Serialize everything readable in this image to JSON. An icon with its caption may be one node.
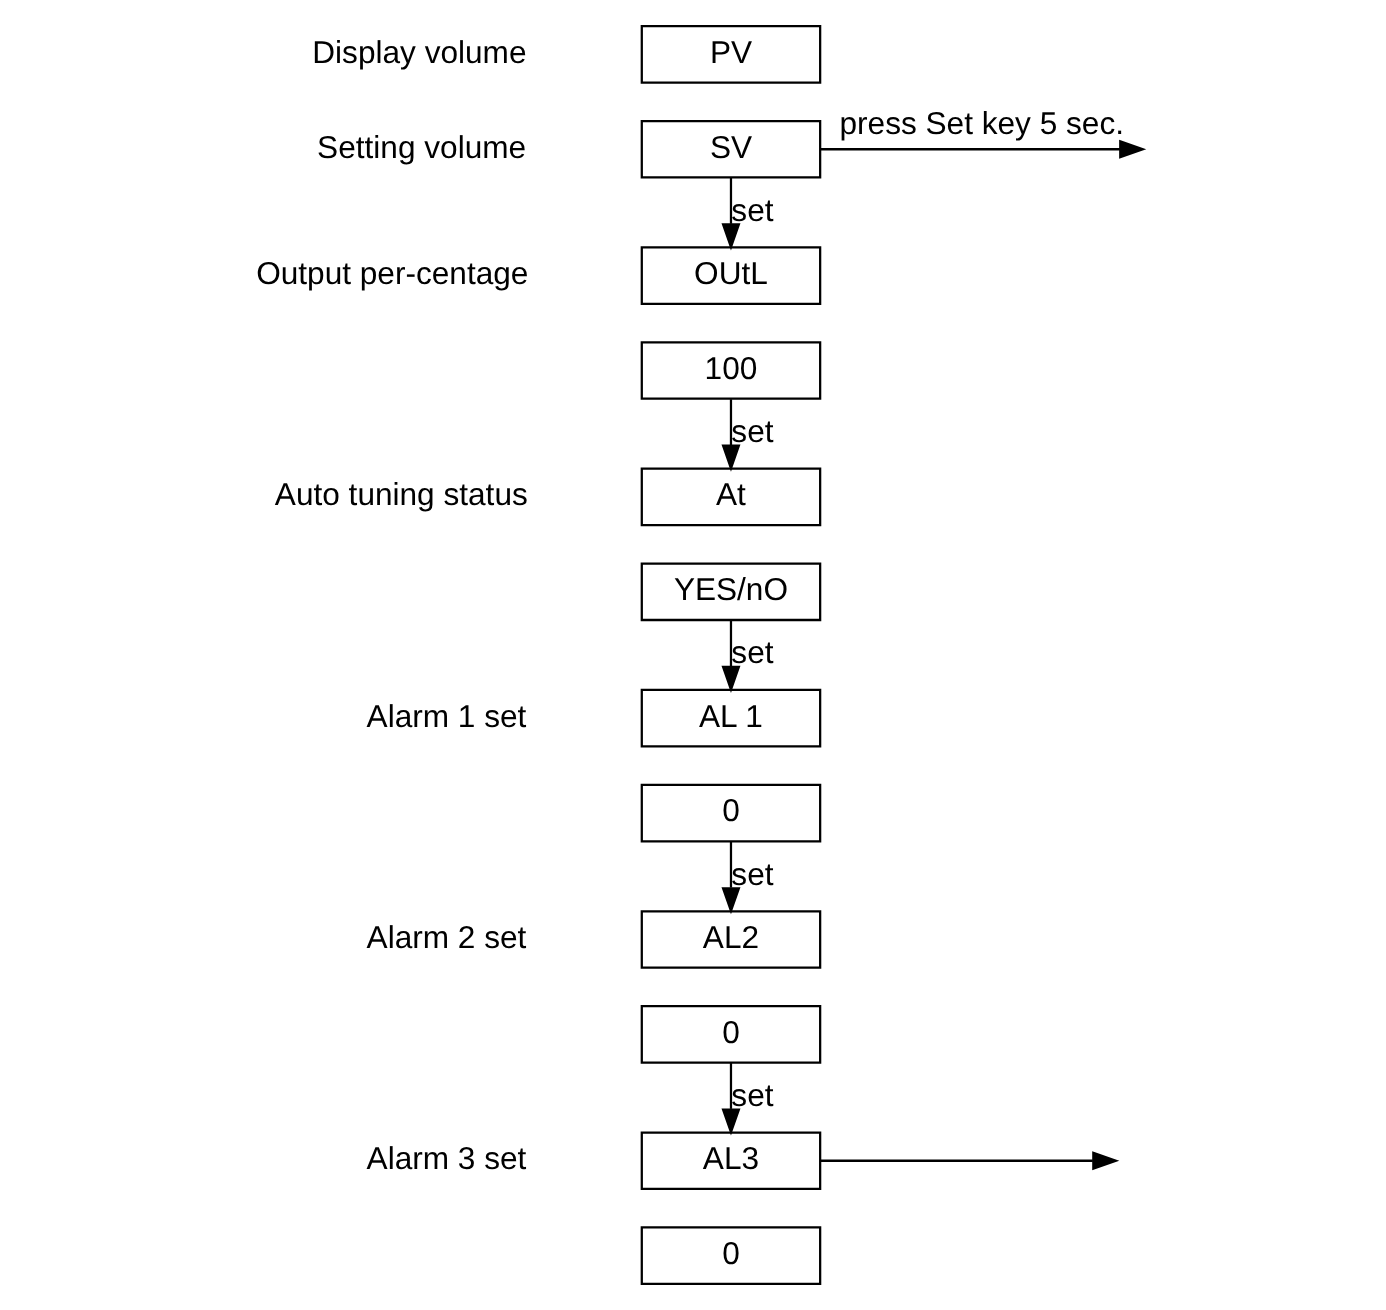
{
  "diagram": {
    "nodes": [
      {
        "text": [
          "PV"
        ],
        "beside": [
          "Display volume"
        ]
      },
      {
        "text": [
          "SV"
        ],
        "beside": [
          "Setting volume"
        ]
      },
      {
        "text": [
          "OUtL"
        ],
        "beside": [
          "Output per-centage"
        ]
      },
      {
        "text": [
          "100"
        ]
      },
      {
        "text": [
          "At"
        ],
        "beside": [
          "Auto tuning status"
        ]
      },
      {
        "text": [
          "YES/nO"
        ]
      },
      {
        "text": [
          "AL 1"
        ],
        "beside": [
          "Alarm 1 set"
        ]
      },
      {
        "text": [
          "0"
        ]
      },
      {
        "text": [
          "AL2"
        ],
        "beside": [
          "Alarm 2 set"
        ]
      },
      {
        "text": [
          "0"
        ]
      },
      {
        "text": [
          "AL3"
        ],
        "beside": [
          "Alarm 3 set"
        ]
      },
      {
        "text": [
          "0"
        ]
      }
    ],
    "edges": [
      {
        "from": 1,
        "to": 2,
        "label": "set",
        "arrow": "to"
      },
      {
        "from": 3,
        "to": 4,
        "label": "set",
        "arrow": "to"
      },
      {
        "from": 5,
        "to": 6,
        "label": "set",
        "arrow": "to"
      },
      {
        "from": 7,
        "to": 8,
        "label": "set",
        "arrow": "to"
      },
      {
        "from": 9,
        "to": 10,
        "label": "set",
        "arrow": "to"
      },
      {
        "from": 1,
        "to": null,
        "label": "press Set key 5 sec.",
        "arrow": "to"
      },
      {
        "from": 10,
        "to": null,
        "arrow": "to"
      }
    ]
  }
}
